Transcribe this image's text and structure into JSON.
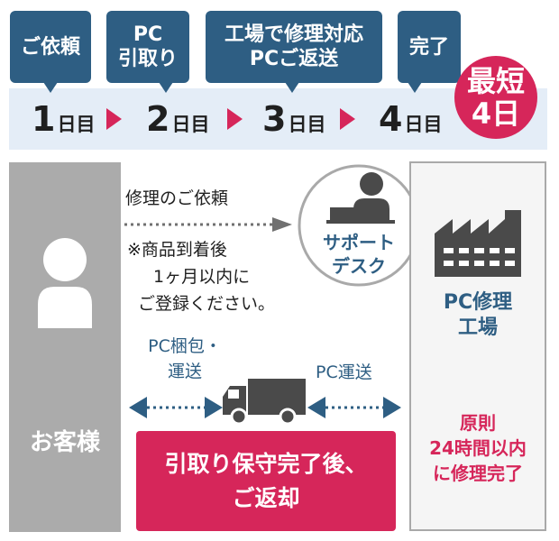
{
  "steps": [
    {
      "label_lines": [
        "ご依頼"
      ]
    },
    {
      "label_lines": [
        "PC",
        "引取り"
      ]
    },
    {
      "label_lines": [
        "工場で修理対応",
        "PCご返送"
      ]
    },
    {
      "label_lines": [
        "完了"
      ]
    }
  ],
  "days": [
    {
      "num": "1",
      "unit": "日目"
    },
    {
      "num": "2",
      "unit": "日目"
    },
    {
      "num": "3",
      "unit": "日目"
    },
    {
      "num": "4",
      "unit": "日目"
    }
  ],
  "min_badge": {
    "line1": "最短",
    "line2": "4日"
  },
  "customer": {
    "label": "お客様"
  },
  "request": {
    "label": "修理のご依頼",
    "note_lines": [
      "※商品到着後",
      "1ヶ月以内に",
      "ご登録ください。"
    ]
  },
  "support": {
    "label_lines": [
      "サポート",
      "デスク"
    ]
  },
  "factory": {
    "label_lines": [
      "PC修理",
      "工場"
    ],
    "note_lines": [
      "原則",
      "24時間以内",
      "に修理完了"
    ]
  },
  "transport": {
    "left_lines": [
      "PC梱包・",
      "運送"
    ],
    "right": "PC運送"
  },
  "return_box": {
    "lines": [
      "引取り保守完了後、",
      "ご返却"
    ]
  },
  "colors": {
    "navy": "#2e5e83",
    "accent": "#d6265a",
    "gray": "#ababab",
    "band": "#e4edf7"
  }
}
